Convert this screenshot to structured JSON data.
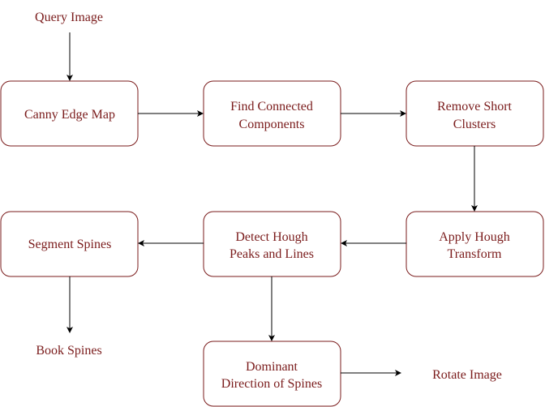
{
  "diagram": {
    "colors": {
      "text": "#7a1b1b",
      "border": "#7a1b1b",
      "arrow": "#000000",
      "background": "#ffffff"
    },
    "labels": {
      "query_image": "Query Image",
      "canny_edge_map": "Canny Edge Map",
      "find_connected_1": "Find Connected",
      "find_connected_2": "Components",
      "remove_short_1": "Remove Short",
      "remove_short_2": "Clusters",
      "apply_hough_1": "Apply Hough",
      "apply_hough_2": "Transform",
      "detect_hough_1": "Detect Hough",
      "detect_hough_2": "Peaks and Lines",
      "segment_spines": "Segment Spines",
      "book_spines": "Book Spines",
      "dominant_1": "Dominant",
      "dominant_2": "Direction of Spines",
      "rotate_image": "Rotate Image"
    }
  }
}
